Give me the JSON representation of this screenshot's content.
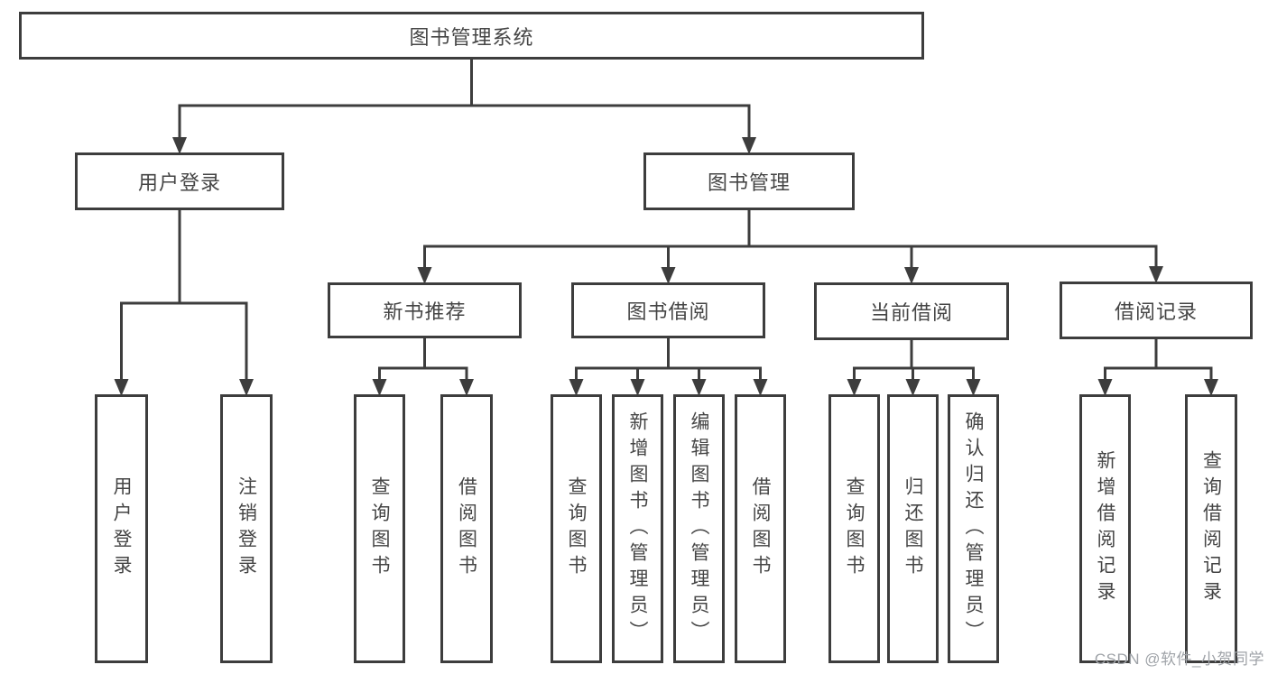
{
  "diagram": {
    "title": "图书管理系统",
    "nodes": [
      {
        "id": "root",
        "label": "图书管理系统",
        "orientation": "horizontal"
      },
      {
        "id": "user-login",
        "label": "用户登录",
        "orientation": "horizontal"
      },
      {
        "id": "book-management",
        "label": "图书管理",
        "orientation": "horizontal"
      },
      {
        "id": "new-book-recommend",
        "label": "新书推荐",
        "orientation": "horizontal"
      },
      {
        "id": "book-borrowing",
        "label": "图书借阅",
        "orientation": "horizontal"
      },
      {
        "id": "current-borrowing",
        "label": "当前借阅",
        "orientation": "horizontal"
      },
      {
        "id": "borrow-records",
        "label": "借阅记录",
        "orientation": "horizontal"
      },
      {
        "id": "leaf-user-login",
        "label": "用户登录",
        "orientation": "vertical"
      },
      {
        "id": "leaf-logout",
        "label": "注销登录",
        "orientation": "vertical"
      },
      {
        "id": "leaf-nbr-query-books",
        "label": "查询图书",
        "orientation": "vertical"
      },
      {
        "id": "leaf-nbr-borrow-books",
        "label": "借阅图书",
        "orientation": "vertical"
      },
      {
        "id": "leaf-bb-query-books",
        "label": "查询图书",
        "orientation": "vertical"
      },
      {
        "id": "leaf-bb-add-books",
        "label": "新增图书（管理员）",
        "orientation": "vertical"
      },
      {
        "id": "leaf-bb-edit-books",
        "label": "编辑图书（管理员）",
        "orientation": "vertical"
      },
      {
        "id": "leaf-bb-borrow-books",
        "label": "借阅图书",
        "orientation": "vertical"
      },
      {
        "id": "leaf-cb-query-books",
        "label": "查询图书",
        "orientation": "vertical"
      },
      {
        "id": "leaf-cb-return-books",
        "label": "归还图书",
        "orientation": "vertical"
      },
      {
        "id": "leaf-cb-confirm-return",
        "label": "确认归还（管理员）",
        "orientation": "vertical"
      },
      {
        "id": "leaf-br-add-record",
        "label": "新增借阅记录",
        "orientation": "vertical"
      },
      {
        "id": "leaf-br-query-record",
        "label": "查询借阅记录",
        "orientation": "vertical"
      }
    ],
    "edges": [
      {
        "from": "root",
        "to": [
          "user-login",
          "book-management"
        ]
      },
      {
        "from": "user-login",
        "to": [
          "leaf-user-login",
          "leaf-logout"
        ]
      },
      {
        "from": "book-management",
        "to": [
          "new-book-recommend",
          "book-borrowing",
          "current-borrowing",
          "borrow-records"
        ]
      },
      {
        "from": "new-book-recommend",
        "to": [
          "leaf-nbr-query-books",
          "leaf-nbr-borrow-books"
        ]
      },
      {
        "from": "book-borrowing",
        "to": [
          "leaf-bb-query-books",
          "leaf-bb-add-books",
          "leaf-bb-edit-books",
          "leaf-bb-borrow-books"
        ]
      },
      {
        "from": "current-borrowing",
        "to": [
          "leaf-cb-query-books",
          "leaf-cb-return-books",
          "leaf-cb-confirm-return"
        ]
      },
      {
        "from": "borrow-records",
        "to": [
          "leaf-br-add-record",
          "leaf-br-query-record"
        ]
      }
    ],
    "colors": {
      "line": "#3d3d3d",
      "border": "#3d3d3d",
      "text": "#454545",
      "background": "#ffffff"
    }
  },
  "watermark": {
    "text": "CSDN @软件_小贺同学",
    "color": "#9fa3a8"
  }
}
